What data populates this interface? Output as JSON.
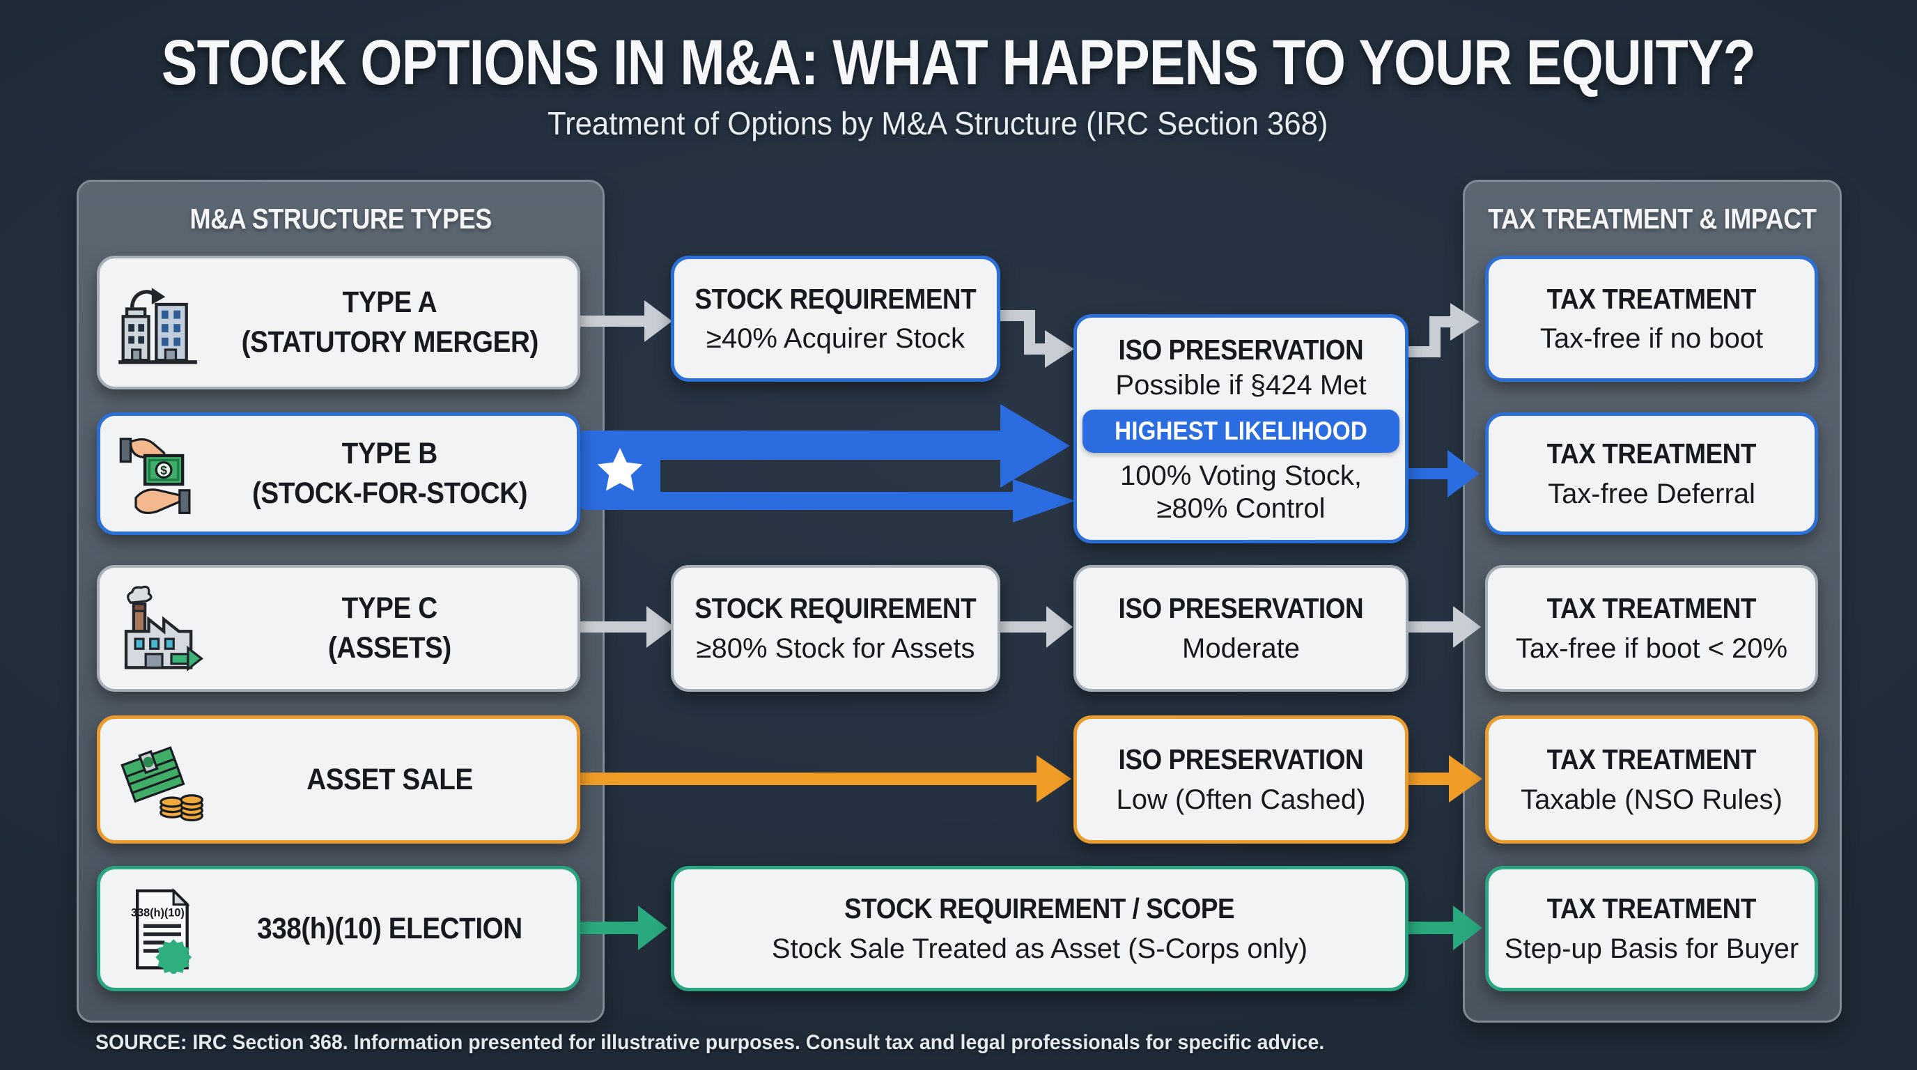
{
  "title": "STOCK OPTIONS IN M&A: WHAT HAPPENS TO YOUR EQUITY?",
  "subtitle": "Treatment of Options by M&A Structure (IRC Section 368)",
  "source_note": "SOURCE: IRC Section 368. Information presented for illustrative purposes. Consult tax and legal professionals for specific advice.",
  "glyphs": {
    "dollar": "$"
  },
  "colors": {
    "background": "#253140",
    "panel": "#545f6a",
    "box_fill": "#f1f3f4",
    "accent_blue": "#2d6fd9",
    "accent_gray": "#a7afb8",
    "accent_orange": "#ea9c2e",
    "accent_green": "#2ba482",
    "arrow_gray": "#c9ced4",
    "arrow_blue": "#2b6ce0",
    "arrow_orange": "#ef9d26",
    "arrow_green": "#2aa87e",
    "badge_blue": "#2b6ce0"
  },
  "left_panel": {
    "header": "M&A STRUCTURE TYPES",
    "items": [
      {
        "line1": "TYPE A",
        "line2": "(STATUTORY MERGER)",
        "icon": "merger-buildings-icon",
        "accent": "gray"
      },
      {
        "line1": "TYPE B",
        "line2": "(STOCK-FOR-STOCK)",
        "icon": "stock-exchange-hands-icon",
        "accent": "blue",
        "highlight": "star"
      },
      {
        "line1": "TYPE C",
        "line2": "(ASSETS)",
        "icon": "factory-icon",
        "accent": "gray"
      },
      {
        "line1": "ASSET SALE",
        "line2": "",
        "icon": "cash-and-coins-icon",
        "accent": "orange"
      },
      {
        "line1": "338(h)(10) ELECTION",
        "line2": "",
        "icon": "election-document-icon",
        "icon_label": "338(h)(10)",
        "accent": "green"
      }
    ]
  },
  "flow_boxes": {
    "stock_req_a": {
      "title": "STOCK REQUIREMENT",
      "detail": "≥40% Acquirer Stock",
      "accent": "blue"
    },
    "iso_ab": {
      "title": "ISO PRESERVATION",
      "detail": "Possible if §424 Met",
      "badge": "HIGHEST LIKELIHOOD",
      "detail2_line1": "100% Voting Stock,",
      "detail2_line2": "≥80% Control",
      "accent": "blue"
    },
    "stock_req_c": {
      "title": "STOCK REQUIREMENT",
      "detail": "≥80% Stock for Assets",
      "accent": "gray"
    },
    "iso_c": {
      "title": "ISO PRESERVATION",
      "detail": "Moderate",
      "accent": "gray"
    },
    "iso_asset_sale": {
      "title": "ISO PRESERVATION",
      "detail": "Low (Often Cashed)",
      "accent": "orange"
    },
    "scope_338": {
      "title": "STOCK REQUIREMENT / SCOPE",
      "detail": "Stock Sale Treated as Asset (S-Corps only)",
      "accent": "green"
    }
  },
  "right_panel": {
    "header": "TAX TREATMENT & IMPACT",
    "items": [
      {
        "title": "TAX TREATMENT",
        "detail": "Tax-free if no boot",
        "accent": "blue"
      },
      {
        "title": "TAX TREATMENT",
        "detail": "Tax-free Deferral",
        "accent": "blue"
      },
      {
        "title": "TAX TREATMENT",
        "detail": "Tax-free if boot < 20%",
        "accent": "gray"
      },
      {
        "title": "TAX TREATMENT",
        "detail": "Taxable (NSO Rules)",
        "accent": "orange"
      },
      {
        "title": "TAX TREATMENT",
        "detail": "Step-up Basis for Buyer",
        "accent": "green"
      }
    ]
  }
}
